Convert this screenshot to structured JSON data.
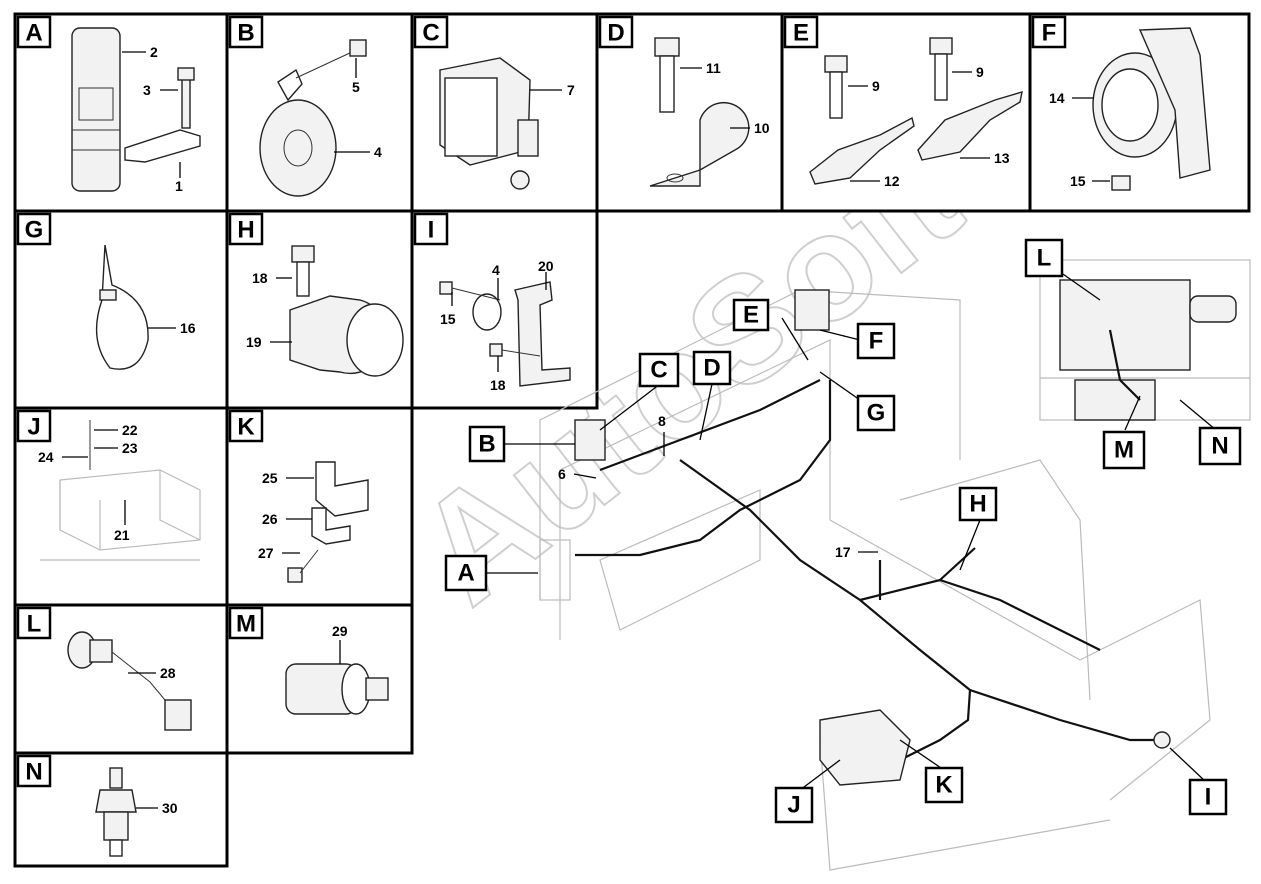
{
  "panels": [
    {
      "id": "A",
      "label": "A",
      "numbers": [
        "2",
        "3",
        "1"
      ]
    },
    {
      "id": "B",
      "label": "B",
      "numbers": [
        "5",
        "4"
      ]
    },
    {
      "id": "C",
      "label": "C",
      "numbers": [
        "7"
      ]
    },
    {
      "id": "D",
      "label": "D",
      "numbers": [
        "11",
        "10"
      ]
    },
    {
      "id": "E",
      "label": "E",
      "numbers": [
        "9",
        "9",
        "12",
        "13"
      ]
    },
    {
      "id": "F",
      "label": "F",
      "numbers": [
        "14",
        "15"
      ]
    },
    {
      "id": "G",
      "label": "G",
      "numbers": [
        "16"
      ]
    },
    {
      "id": "H",
      "label": "H",
      "numbers": [
        "18",
        "19"
      ]
    },
    {
      "id": "I",
      "label": "I",
      "numbers": [
        "4",
        "20",
        "15",
        "18"
      ]
    },
    {
      "id": "J",
      "label": "J",
      "numbers": [
        "22",
        "23",
        "24",
        "21"
      ]
    },
    {
      "id": "K",
      "label": "K",
      "numbers": [
        "25",
        "26",
        "27"
      ]
    },
    {
      "id": "L",
      "label": "L",
      "numbers": [
        "28"
      ]
    },
    {
      "id": "M",
      "label": "M",
      "numbers": [
        "29"
      ]
    },
    {
      "id": "N",
      "label": "N",
      "numbers": [
        "30"
      ]
    }
  ],
  "main_view": {
    "callouts": [
      "A",
      "B",
      "C",
      "D",
      "E",
      "F",
      "G",
      "H",
      "I",
      "J",
      "K",
      "L",
      "M",
      "N"
    ],
    "numbers": [
      "6",
      "8",
      "17"
    ]
  },
  "watermark": "AutoSoft"
}
